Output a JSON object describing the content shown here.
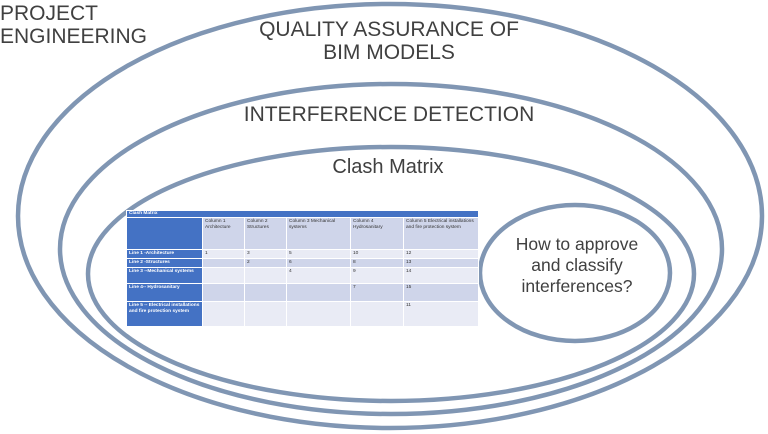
{
  "labels": {
    "project_engineering": [
      "PROJECT",
      "ENGINEERING"
    ],
    "quality_assurance": [
      "QUALITY ASSURANCE OF",
      "BIM MODELS"
    ],
    "interference_detection": "INTERFERENCE DETECTION",
    "clash_matrix": "Clash Matrix",
    "question": [
      "How to approve",
      "and classify",
      "interferences?"
    ]
  },
  "colors": {
    "ring_stroke": "#8096b3",
    "label_text": "#404040",
    "table_header_blue": "#4472c4",
    "table_band_dark": "#cfd5ea",
    "table_band_light": "#e9ebf5"
  },
  "clash_table": {
    "title": "Clash Matrix",
    "columns": [
      "Column 1 Architecture",
      "Column 2 Structures",
      "Column 3 Mechanical systems",
      "Column 4 Hydrosanitary",
      "Column 5 Electrical installations and fire protection system"
    ],
    "rows": [
      {
        "label": "Line 1 -Architecture",
        "cells": [
          "1",
          "3",
          "5",
          "10",
          "12"
        ]
      },
      {
        "label": "Line 2 -Structures",
        "cells": [
          "",
          "2",
          "6",
          "8",
          "13"
        ]
      },
      {
        "label": "Line 3 --Mechanical systems",
        "cells": [
          "",
          "",
          "4",
          "9",
          "14"
        ]
      },
      {
        "label": "Line  4-- Hydrosanitary",
        "cells": [
          "",
          "",
          "",
          "7",
          "15"
        ]
      },
      {
        "label": "Line 5 -- Electrical installations and fire protection system",
        "cells": [
          "",
          "",
          "",
          "",
          "11"
        ]
      }
    ]
  }
}
